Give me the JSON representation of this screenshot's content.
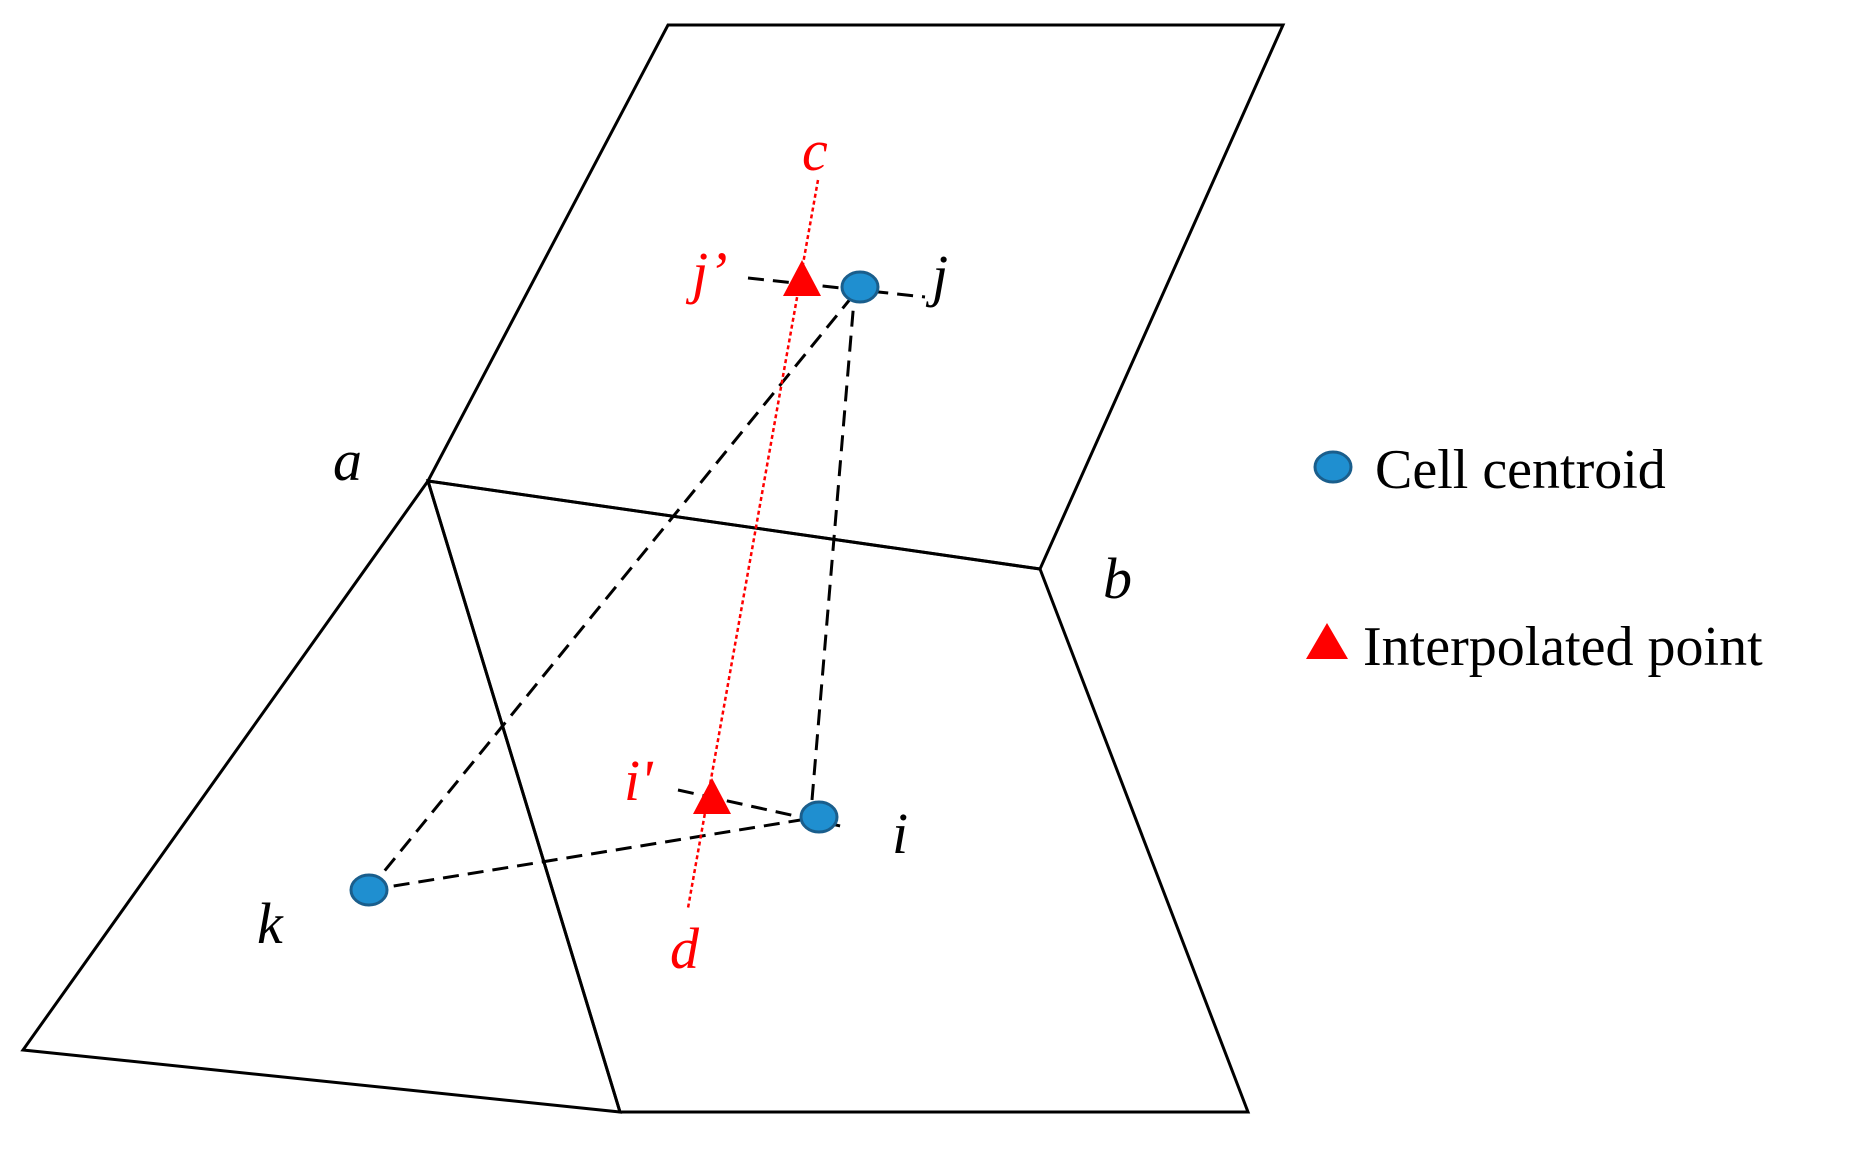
{
  "labels": {
    "a": "a",
    "b": "b",
    "c": "c",
    "d": "d",
    "i": "i",
    "j": "j",
    "k": "k",
    "i_prime": "i'",
    "j_prime": "j’"
  },
  "legend": {
    "centroid_label": "Cell centroid",
    "interpolated_label": "Interpolated point"
  },
  "colors": {
    "centroid_fill": "#1f8fd0",
    "centroid_stroke": "#1a5e8c",
    "interpolated": "#ff0000",
    "edge": "#000000",
    "face_line": "#ff0000"
  }
}
